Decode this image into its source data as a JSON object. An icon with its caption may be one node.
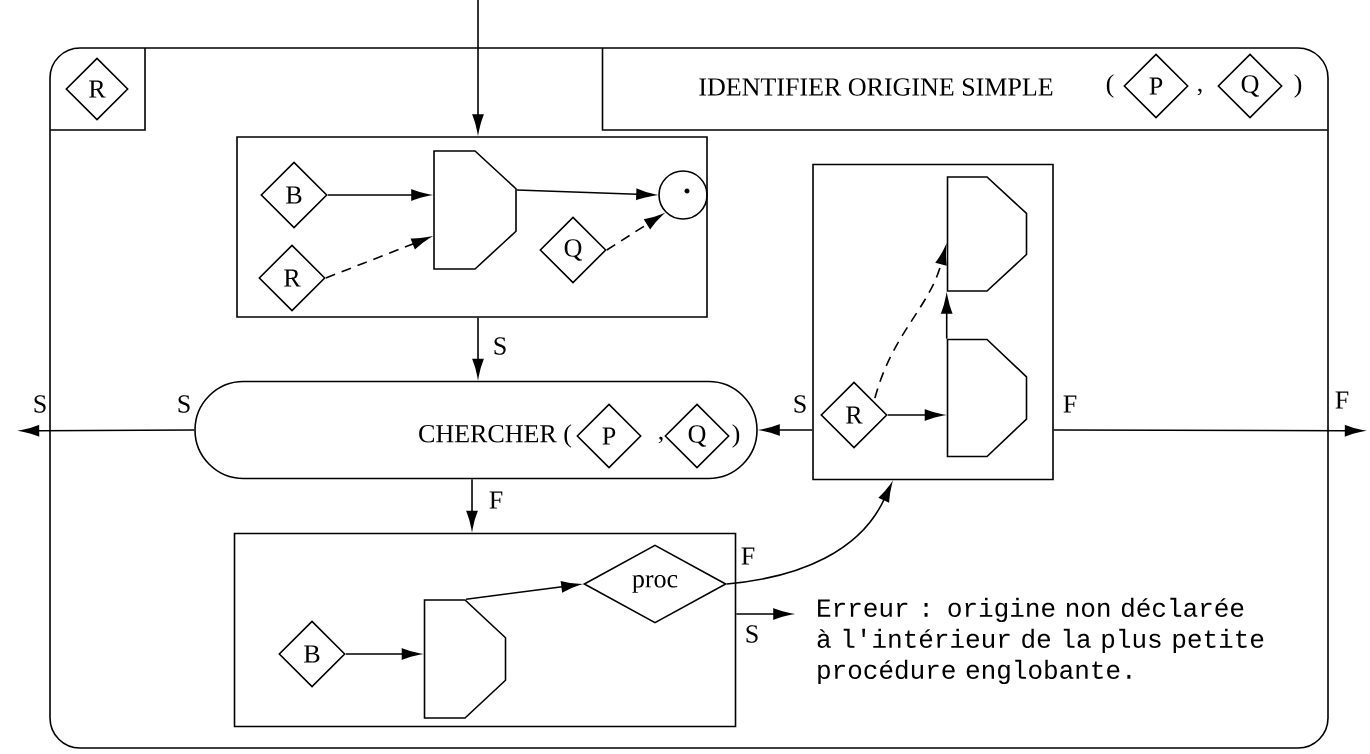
{
  "diagram": {
    "nodes": [
      {
        "text": [],
        "shape": "box"
      },
      {
        "text": [
          "R"
        ],
        "in": 0
      },
      {
        "text": [
          "IDENTIFIER ORIGINE SIMPLE",
          "(",
          ",",
          ")"
        ],
        "in": 0
      },
      {
        "text": [
          "P"
        ],
        "in": 2
      },
      {
        "text": [
          "Q"
        ],
        "in": 2
      },
      {
        "text": [],
        "shape": "box",
        "in": 0
      },
      {
        "text": [
          "B"
        ],
        "in": 5
      },
      {
        "text": [
          "R"
        ],
        "in": 5
      },
      {
        "text": [],
        "shape": "hexagon",
        "in": 5
      },
      {
        "text": [
          "Q"
        ],
        "in": 5
      },
      {
        "text": [],
        "shape": "circle",
        "in": 5
      },
      {
        "text": [],
        "shape": "box",
        "in": 0
      },
      {
        "text": [
          "R"
        ],
        "in": 11
      },
      {
        "text": [],
        "shape": "hexagon",
        "in": 11
      },
      {
        "text": [],
        "shape": "hexagon",
        "in": 11
      },
      {
        "text": [
          "CHERCHER (",
          ",",
          ")"
        ],
        "in": 0
      },
      {
        "text": [
          "P"
        ],
        "in": 15
      },
      {
        "text": [
          "Q"
        ],
        "in": 15
      },
      {
        "text": [],
        "shape": "box",
        "in": 0
      },
      {
        "text": [
          "B"
        ],
        "in": 18
      },
      {
        "text": [],
        "shape": "hexagon",
        "in": 18
      },
      {
        "text": [
          "proc"
        ],
        "in": 18
      },
      {
        "text": [
          "Erreur : origine non déclarée à l'intérieur de la plus petite procédure englobante."
        ],
        "in": 0
      },
      {
        "text": [
          "S"
        ]
      },
      {
        "text": [
          "F"
        ]
      }
    ],
    "edges": [
      {
        "from": null,
        "to": 5,
        "arrow": "to"
      },
      {
        "from": 6,
        "to": 8,
        "arrow": "to"
      },
      {
        "from": 7,
        "to": 8,
        "arrow": "to",
        "style": "dashed"
      },
      {
        "from": 8,
        "to": 10,
        "arrow": "to"
      },
      {
        "from": 9,
        "to": 10,
        "arrow": "to",
        "style": "dashed"
      },
      {
        "from": 5,
        "to": 15,
        "arrow": "to",
        "label": "S"
      },
      {
        "from": 15,
        "to": 23,
        "arrow": "to",
        "label": "S"
      },
      {
        "from": 11,
        "to": 15,
        "arrow": "to",
        "label": "S"
      },
      {
        "from": 12,
        "to": 14,
        "arrow": "to"
      },
      {
        "from": 12,
        "to": 13,
        "arrow": "to",
        "style": "dashed"
      },
      {
        "from": 14,
        "to": 13,
        "arrow": "to"
      },
      {
        "from": 11,
        "to": 24,
        "arrow": "to",
        "label": "F"
      },
      {
        "from": 15,
        "to": 18,
        "arrow": "to",
        "label": "F"
      },
      {
        "from": 19,
        "to": 20,
        "arrow": "to"
      },
      {
        "from": 20,
        "to": 21,
        "arrow": "to"
      },
      {
        "from": 21,
        "to": 11,
        "arrow": "to",
        "label": "F"
      },
      {
        "from": 18,
        "to": 22,
        "arrow": "to",
        "label": "S"
      }
    ]
  }
}
